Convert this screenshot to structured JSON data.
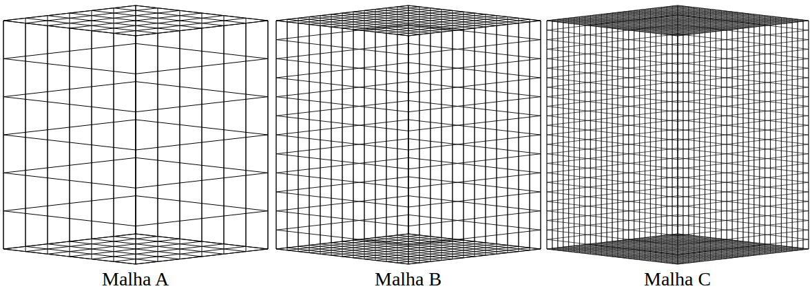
{
  "diagram": {
    "labels": [
      "Malha A",
      "Malha B",
      "Malha C"
    ]
  }
}
